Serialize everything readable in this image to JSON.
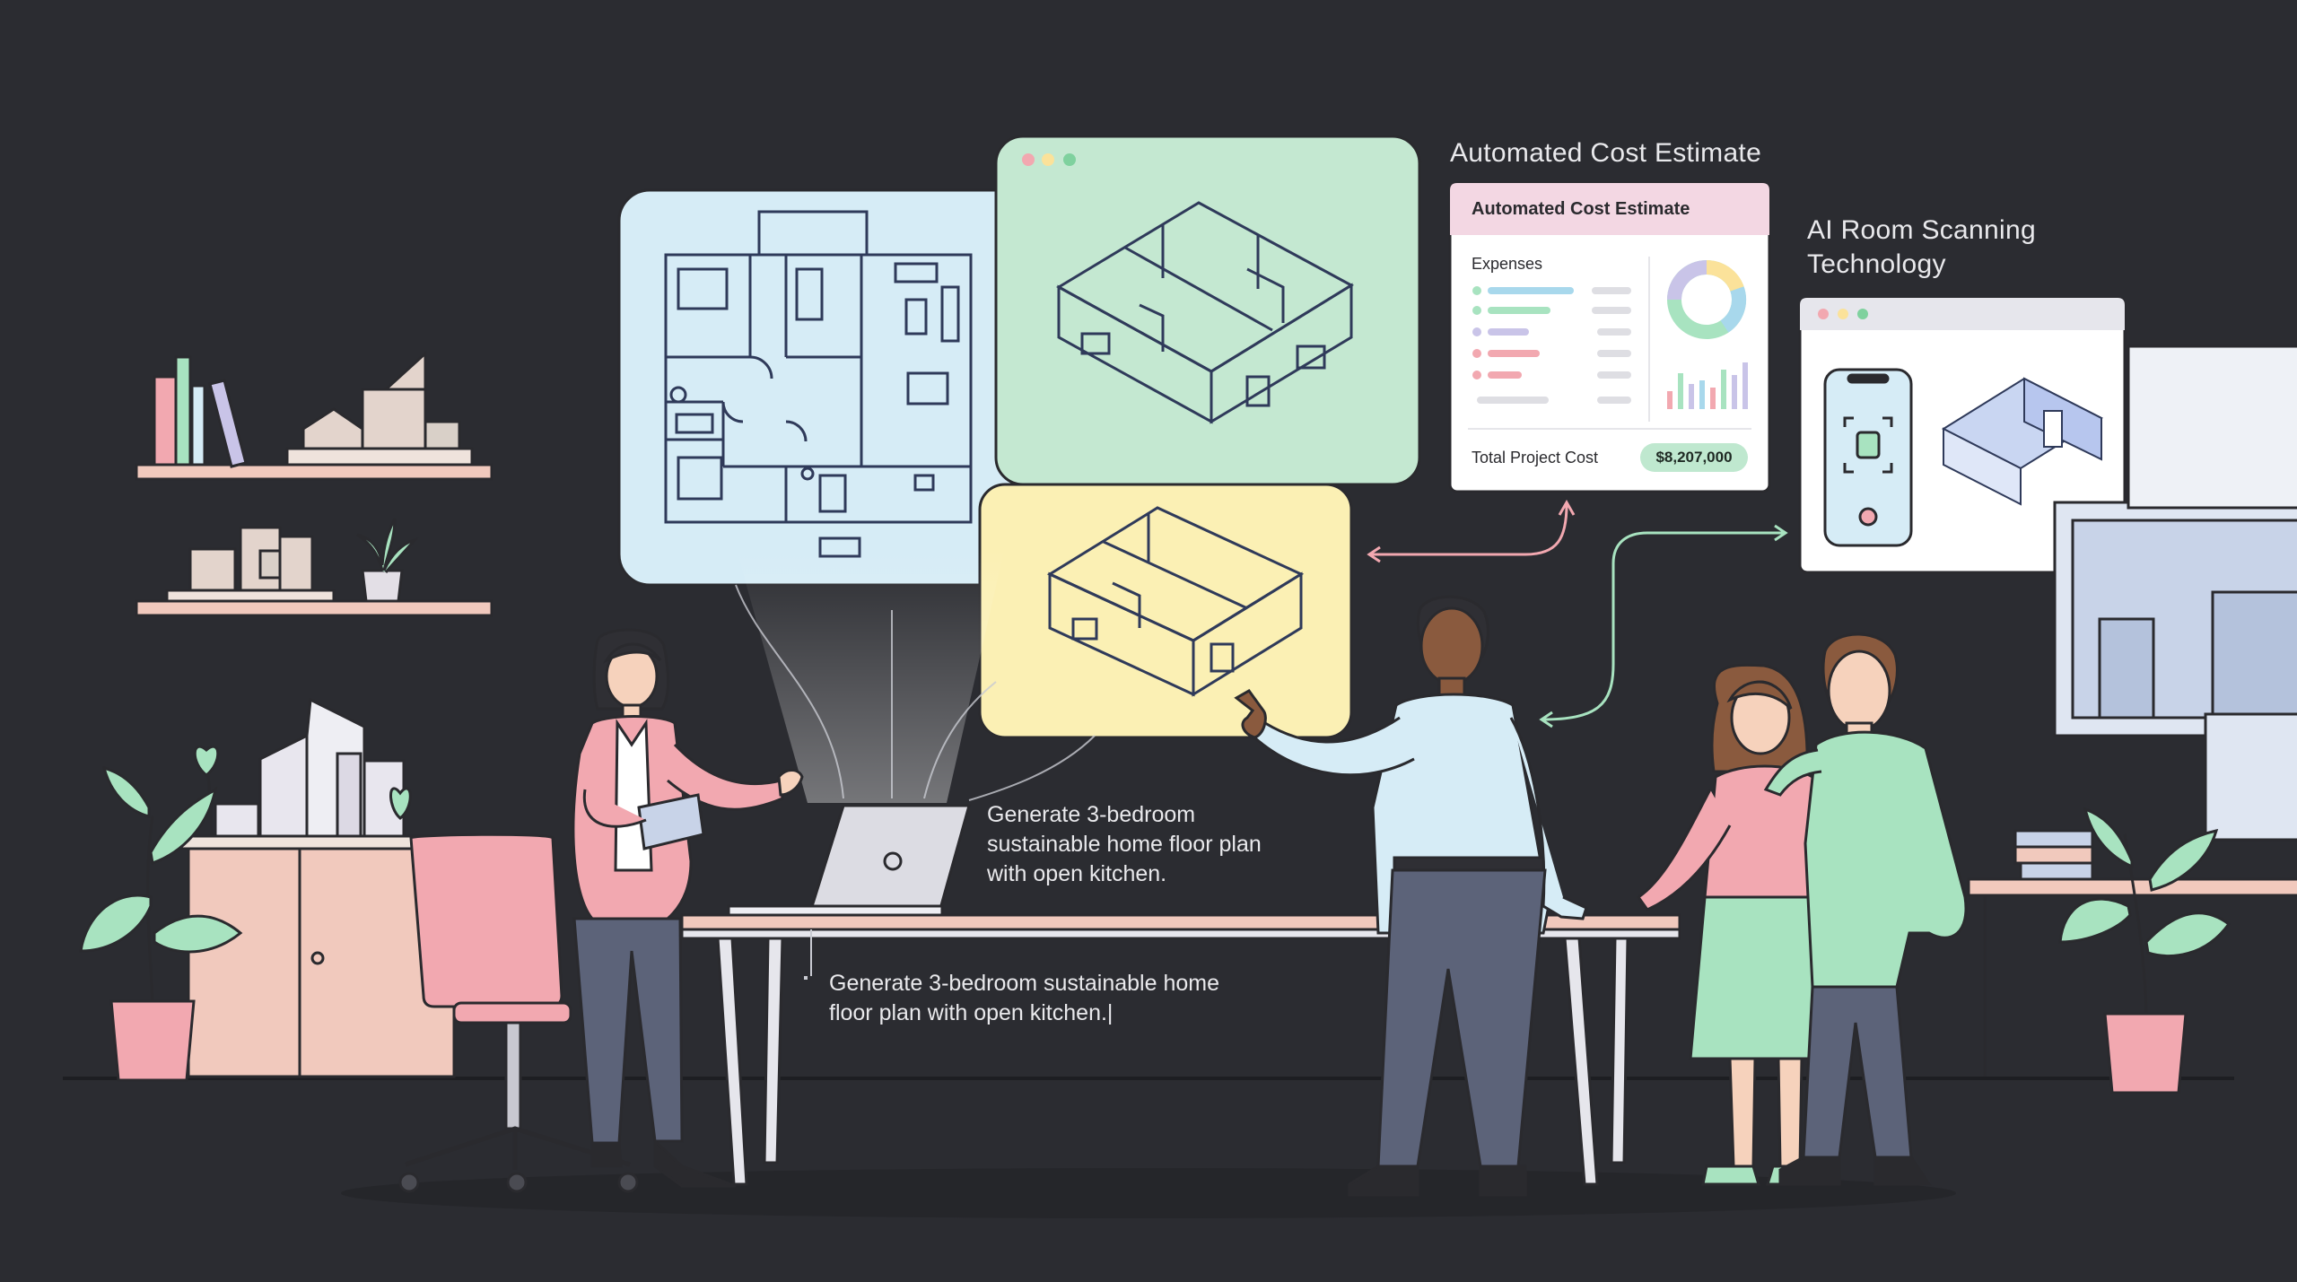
{
  "headings": {
    "cost_estimate": "Automated Cost Estimate",
    "room_scanning": "AI Room Scanning\nTechnology"
  },
  "cost_card": {
    "title": "Automated Cost Estimate",
    "expenses_label": "Expenses",
    "total_label": "Total Project Cost",
    "total_value": "$8,207,000"
  },
  "prompts": {
    "laptop_prompt": "Generate 3-bedroom\nsustainable home floor plan\nwith open kitchen.",
    "typed_prompt": "Generate 3-bedroom sustainable home\nfloor plan with open kitchen.|"
  },
  "colors": {
    "background": "#2b2c31",
    "blueprint_panel": "#d6ecf6",
    "green_panel": "#c4e8d1",
    "yellow_panel": "#fbf0b4",
    "pink_accent": "#f2a8b0",
    "mint_accent": "#a8e3c0"
  }
}
